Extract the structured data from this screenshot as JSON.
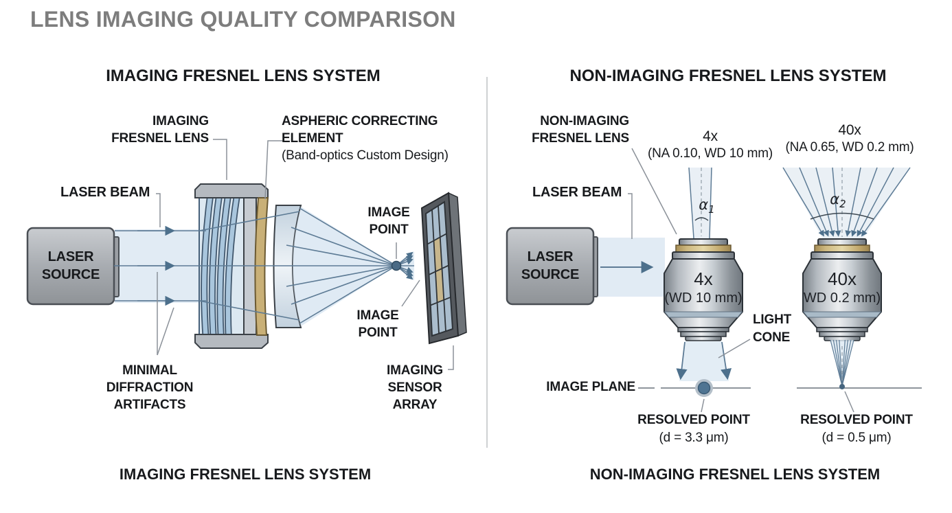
{
  "title": "LENS IMAGING QUALITY COMPARISON",
  "left": {
    "header": "IMAGING FRESNEL LENS SYSTEM",
    "caption": "IMAGING FRESNEL LENS SYSTEM",
    "fresnel_label": {
      "line1": "IMAGING",
      "line2": "FRESNEL LENS"
    },
    "aspheric_label": {
      "line1": "ASPHERIC CORRECTING",
      "line2": "ELEMENT",
      "line3": "(Band-optics Custom Design)"
    },
    "laser_beam": "LASER BEAM",
    "laser_source": {
      "line1": "LASER",
      "line2": "SOURCE"
    },
    "image_point_top": {
      "line1": "IMAGE",
      "line2": "POINT"
    },
    "image_point_bottom": {
      "line1": "IMAGE",
      "line2": "POINT"
    },
    "diffraction": {
      "line1": "MINIMAL",
      "line2": "DIFFRACTION",
      "line3": "ARTIFACTS"
    },
    "sensor": {
      "line1": "IMAGING",
      "line2": "SENSOR",
      "line3": "ARRAY"
    }
  },
  "right": {
    "header": "NON-IMAGING FRESNEL LENS SYSTEM",
    "caption": "NON-IMAGING FRESNEL LENS SYSTEM",
    "fresnel_label": {
      "line1": "NON-IMAGING",
      "line2": "FRESNEL LENS"
    },
    "laser_beam": "LASER BEAM",
    "laser_source": {
      "line1": "LASER",
      "line2": "SOURCE"
    },
    "obj4": {
      "mag": "4x",
      "spec": "(NA 0.10, WD 10 mm)",
      "body_mag": "4x",
      "body_wd": "(WD 10 mm)",
      "alpha": "α",
      "alpha_sub": "1",
      "resolved": "RESOLVED POINT",
      "resolved_d": "(d = 3.3 μm)"
    },
    "obj40": {
      "mag": "40x",
      "spec": "(NA 0.65, WD 0.2 mm)",
      "body_mag": "40x",
      "body_wd": "WD 0.2 mm)",
      "alpha": "α",
      "alpha_sub": "2",
      "resolved": "RESOLVED POINT",
      "resolved_d": "(d = 0.5 μm)"
    },
    "light_cone": {
      "line1": "LIGHT",
      "line2": "CONE"
    },
    "image_plane": "IMAGE PLANE"
  },
  "colors": {
    "beam": "#dce8f2",
    "ray": "#5d7b95",
    "metal_gray": "#a9adb2",
    "tan_element": "#c9b077",
    "sensor_frame": "#55595e",
    "title_gray": "#7d7d7d",
    "text_dark": "#17191c"
  }
}
